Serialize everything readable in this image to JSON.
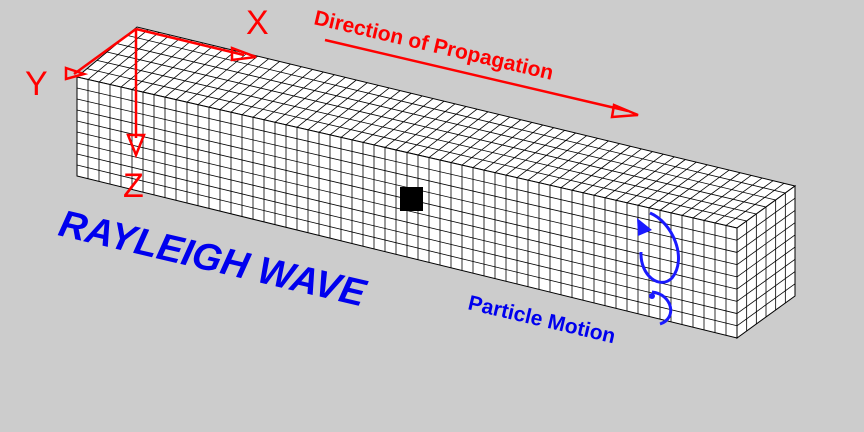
{
  "title": "RAYLEIGH WAVE",
  "propagation_label": "Direction of Propagation",
  "particle_motion_label": "Particle Motion",
  "axes": {
    "x": "X",
    "y": "Y",
    "z": "Z"
  },
  "colors": {
    "background": "#cccccc",
    "axes": "#ff0000",
    "title": "#0000ee",
    "grid": "#000000",
    "face": "#ffffff",
    "marker": "#000000"
  }
}
